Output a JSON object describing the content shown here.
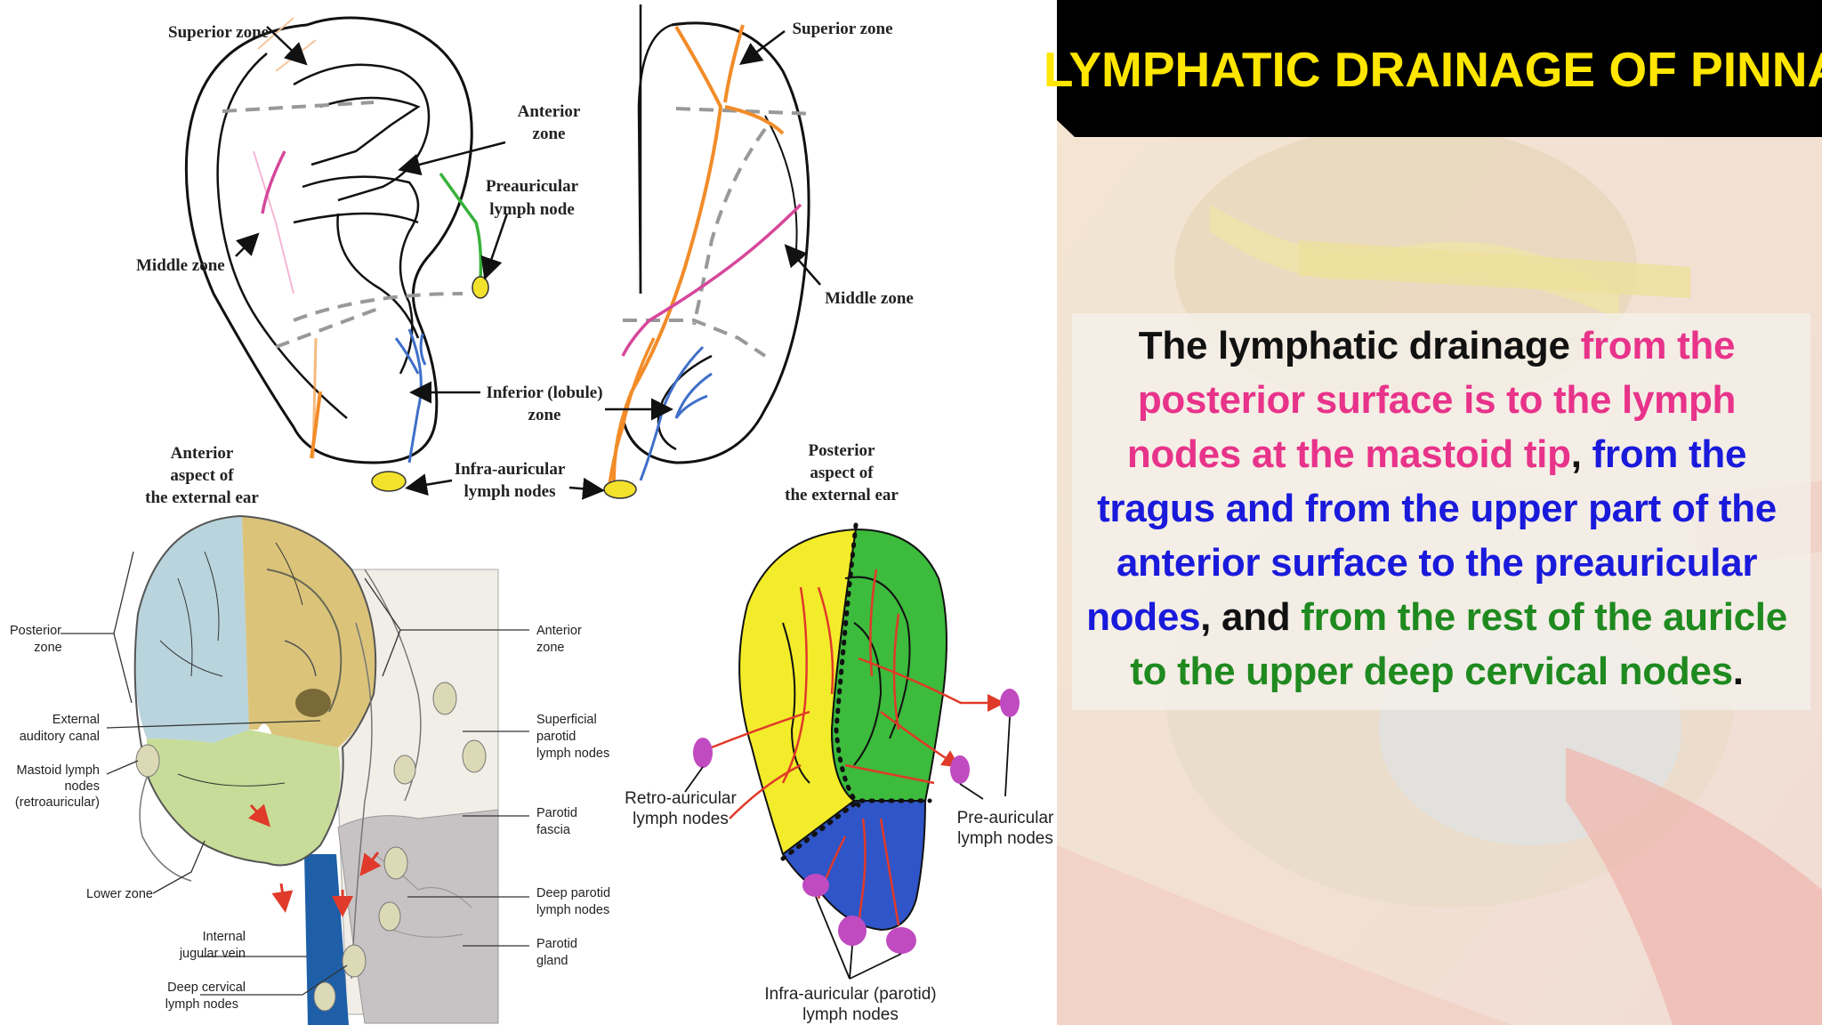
{
  "title": "LYMPHATIC DRAINAGE OF PINNA",
  "paragraph": [
    {
      "text": "The lymphatic drainage ",
      "color": "#111111"
    },
    {
      "text": "from the posterior surface is to the lymph nodes at the mastoid tip",
      "color": "#e8338a"
    },
    {
      "text": ", ",
      "color": "#111111"
    },
    {
      "text": "from the tragus and from the upper part of the anterior surface to the preauricular nodes",
      "color": "#1a1adb"
    },
    {
      "text": ", and ",
      "color": "#111111"
    },
    {
      "text": "from the rest of the auricle to the upper deep cervical nodes",
      "color": "#1f8a1f"
    },
    {
      "text": ".",
      "color": "#111111"
    }
  ],
  "top_left": {
    "superior_zone": "Superior zone",
    "anterior_zone": [
      "Anterior",
      "zone"
    ],
    "preauricular": [
      "Preauricular",
      "lymph node"
    ],
    "middle_zone": "Middle zone",
    "inferior_zone": [
      "Inferior (lobule)",
      "zone"
    ],
    "infra_auricular": [
      "Infra-auricular",
      "lymph nodes"
    ],
    "anterior_aspect": [
      "Anterior",
      "aspect of",
      "the external ear"
    ]
  },
  "top_right": {
    "superior_zone": "Superior zone",
    "middle_zone": "Middle zone",
    "posterior_aspect": [
      "Posterior",
      "aspect of",
      "the external ear"
    ]
  },
  "bottom_left": {
    "posterior_zone": [
      "Posterior",
      "zone"
    ],
    "external_canal": [
      "External",
      "auditory canal"
    ],
    "mastoid": [
      "Mastoid lymph",
      "nodes",
      "(retroauricular)"
    ],
    "lower_zone": "Lower zone",
    "ijv": [
      "Internal",
      "jugular vein"
    ],
    "deep_cervical": [
      "Deep cervical",
      "lymph nodes"
    ],
    "anterior_zone": [
      "Anterior",
      "zone"
    ],
    "superficial_parotid": [
      "Superficial",
      "parotid",
      "lymph nodes"
    ],
    "parotid_fascia": [
      "Parotid",
      "fascia"
    ],
    "deep_parotid": [
      "Deep parotid",
      "lymph nodes"
    ],
    "parotid_gland": [
      "Parotid",
      "gland"
    ]
  },
  "bottom_right": {
    "retro": [
      "Retro-auricular",
      "lymph nodes"
    ],
    "pre": [
      "Pre-auricular",
      "lymph nodes"
    ],
    "infra": [
      "Infra-auricular (parotid)",
      "lymph nodes"
    ]
  },
  "colors": {
    "orange": "#f28c28",
    "pink": "#d6479a",
    "blue_vessel": "#3f6fc9",
    "green_vessel": "#38b23a",
    "node_yellow": "#f2e22b",
    "zone_yellow": "#f3ec2a",
    "zone_green": "#3cbb3c",
    "zone_blue": "#2f55c8",
    "node_purple": "#c04ac0",
    "arrow_red": "#e03a2a",
    "banner": "#000000",
    "banner_text": "#ffe600"
  }
}
